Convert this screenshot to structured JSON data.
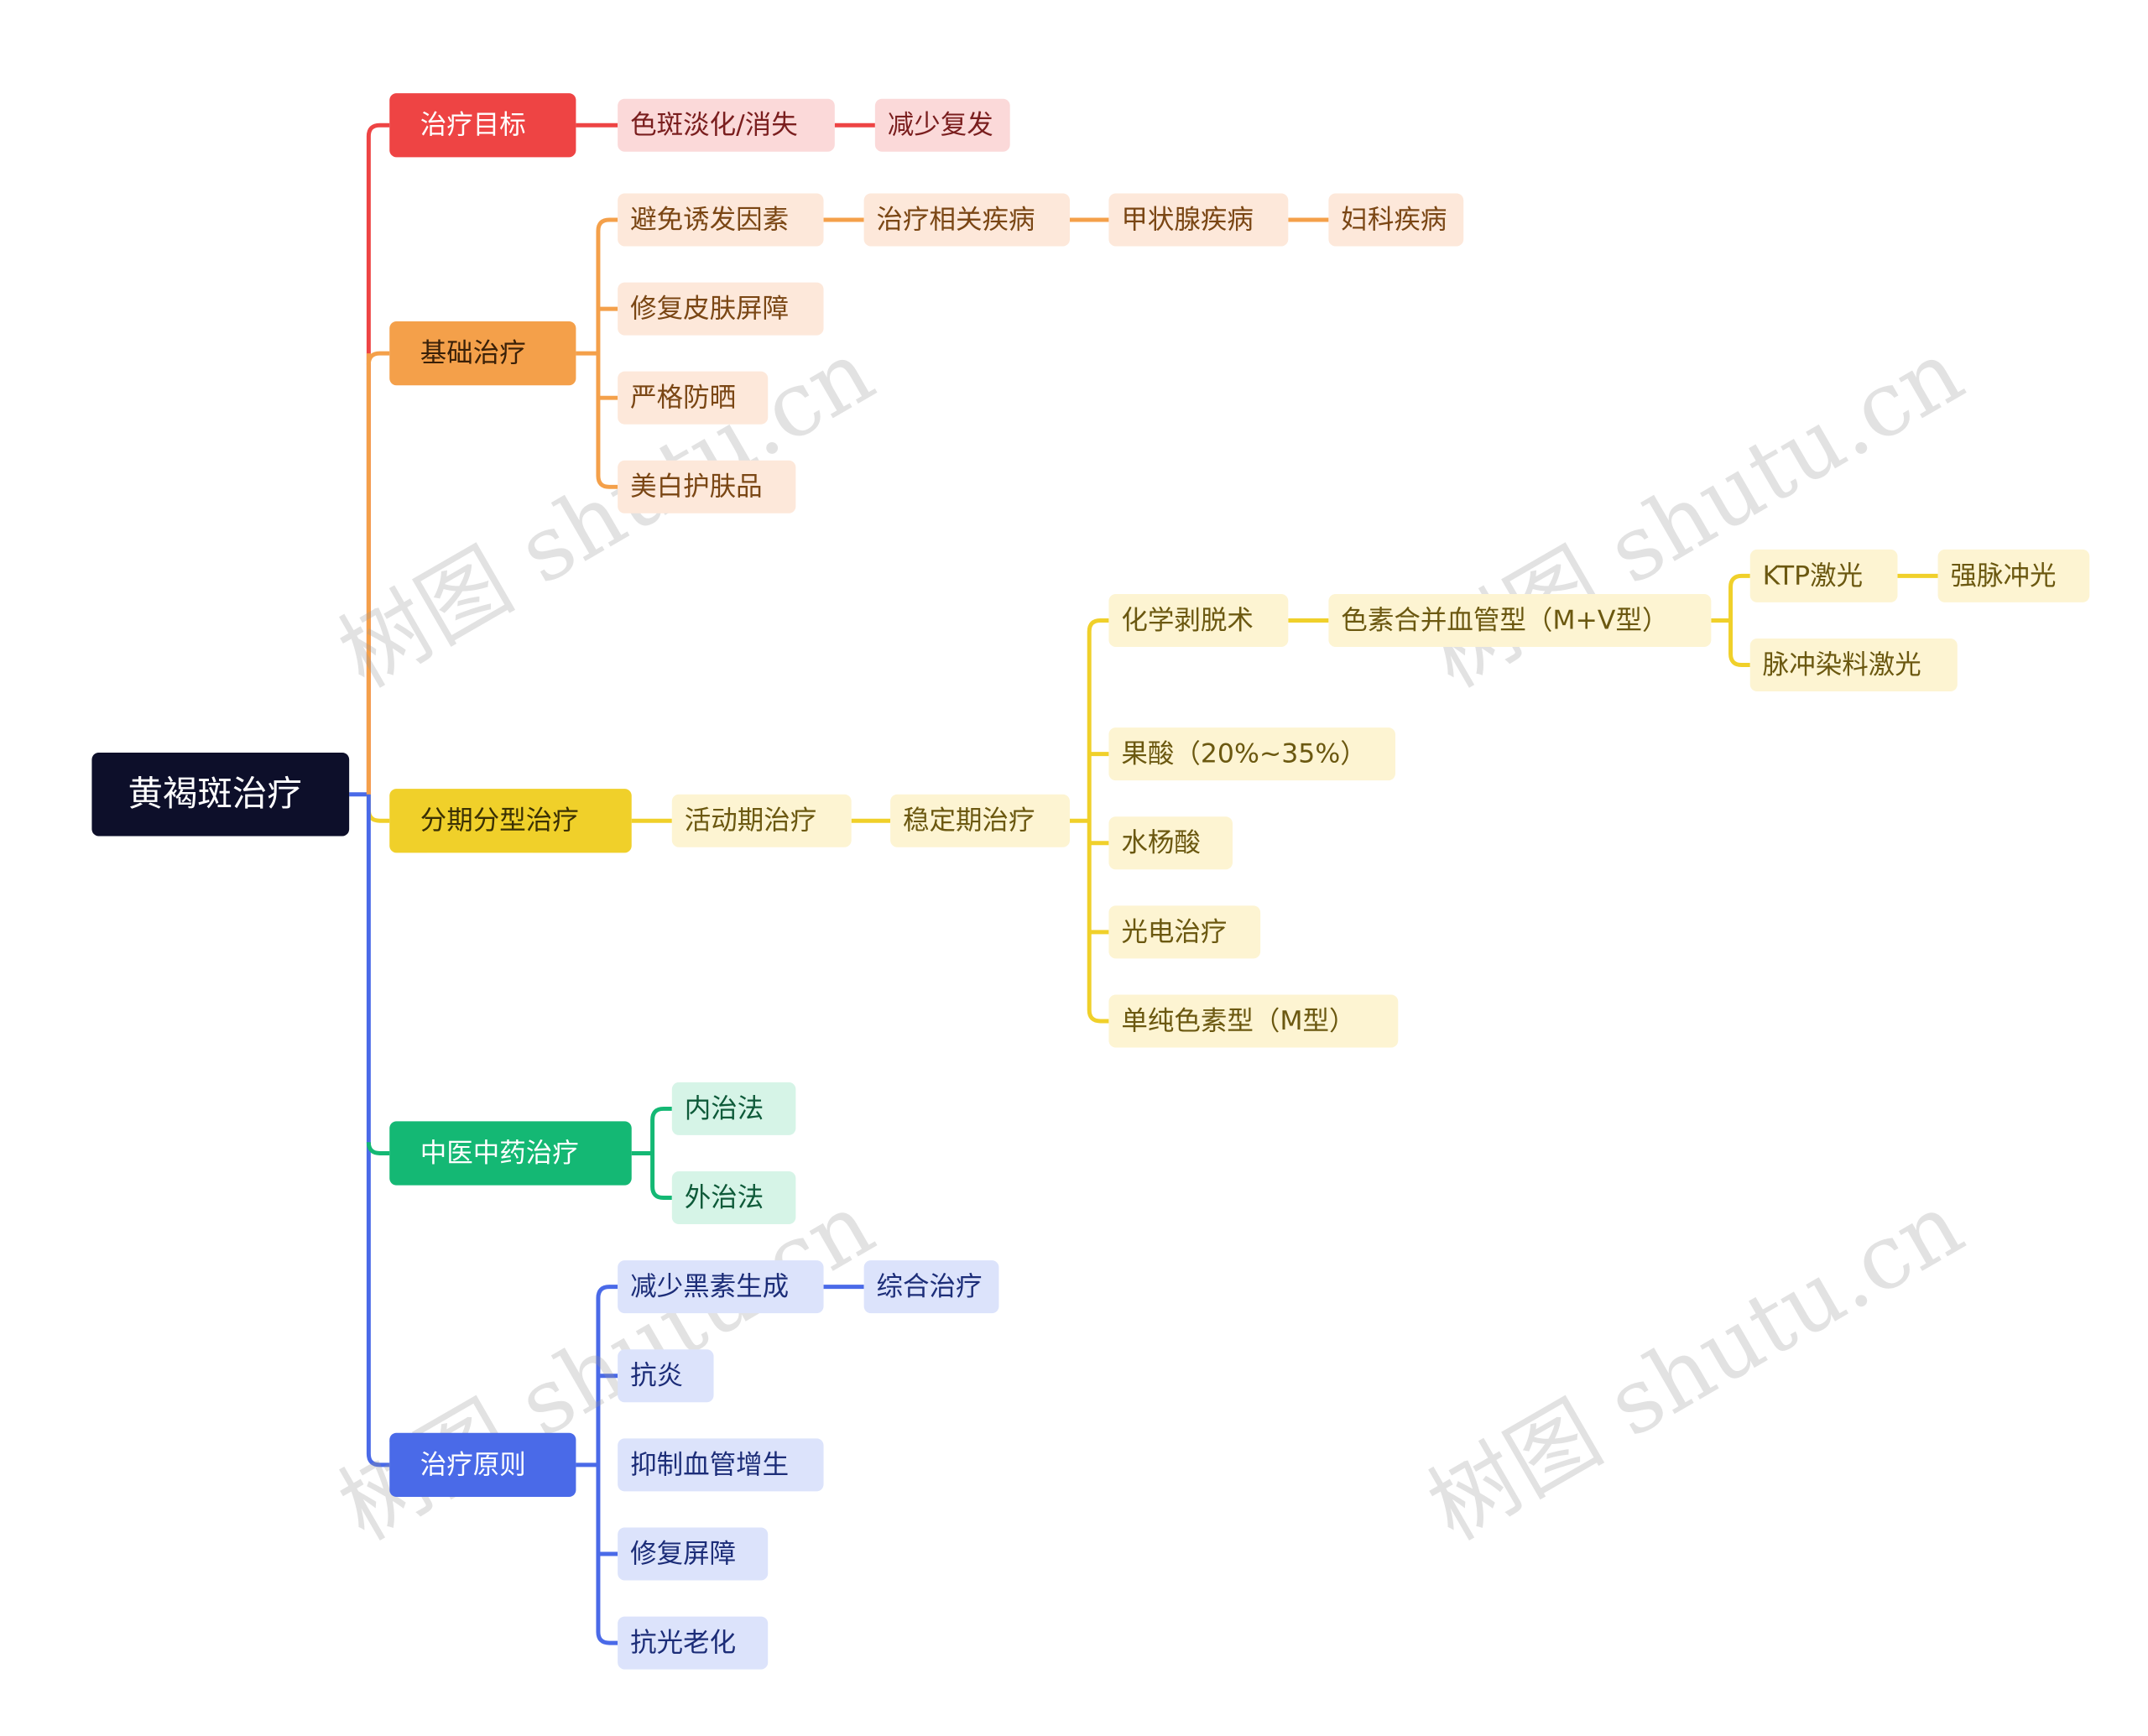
{
  "root": "黄褐斑治疗",
  "colors": {
    "red": "#ee4444",
    "red_light": "#fbd9d9",
    "red_text": "#7a1e1e",
    "orange": "#f4a04a",
    "orange_light": "#fde8da",
    "orange_text": "#7a4614",
    "yellow": "#f0d02a",
    "yellow_light": "#fdf4d2",
    "yellow_text": "#6b5810",
    "green": "#14b874",
    "green_light": "#d6f4e7",
    "green_text": "#0e5a39",
    "blue": "#4a6ae8",
    "blue_light": "#dce3fb",
    "blue_text": "#1c2d78",
    "root_bg": "#0d0f2a"
  },
  "branches": {
    "goal": {
      "label": "治疗目标",
      "children": [
        "色斑淡化/消失",
        "减少复发"
      ]
    },
    "basic": {
      "label": "基础治疗",
      "avoid": "避免诱发因素",
      "avoid_chain": [
        "治疗相关疾病",
        "甲状腺疾病",
        "妇科疾病"
      ],
      "items": [
        "修复皮肤屏障",
        "严格防晒",
        "美白护肤品"
      ]
    },
    "staged": {
      "label": "分期分型治疗",
      "active": "活动期治疗",
      "stable": "稳定期治疗",
      "chem": "化学剥脱术",
      "mixed": "色素合并血管型（M+V型）",
      "ktp": "KTP激光",
      "ipl": "强脉冲光",
      "pdl": "脉冲染料激光",
      "items": [
        "果酸（20%~35%）",
        "水杨酸",
        "光电治疗",
        "单纯色素型（M型）"
      ]
    },
    "tcm": {
      "label": "中医中药治疗",
      "children": [
        "内治法",
        "外治法"
      ]
    },
    "principle": {
      "label": "治疗原则",
      "reduce": "减少黑素生成",
      "combined": "综合治疗",
      "items": [
        "抗炎",
        "抑制血管增生",
        "修复屏障",
        "抗光老化"
      ]
    }
  },
  "watermark": "树图 shutu.cn"
}
